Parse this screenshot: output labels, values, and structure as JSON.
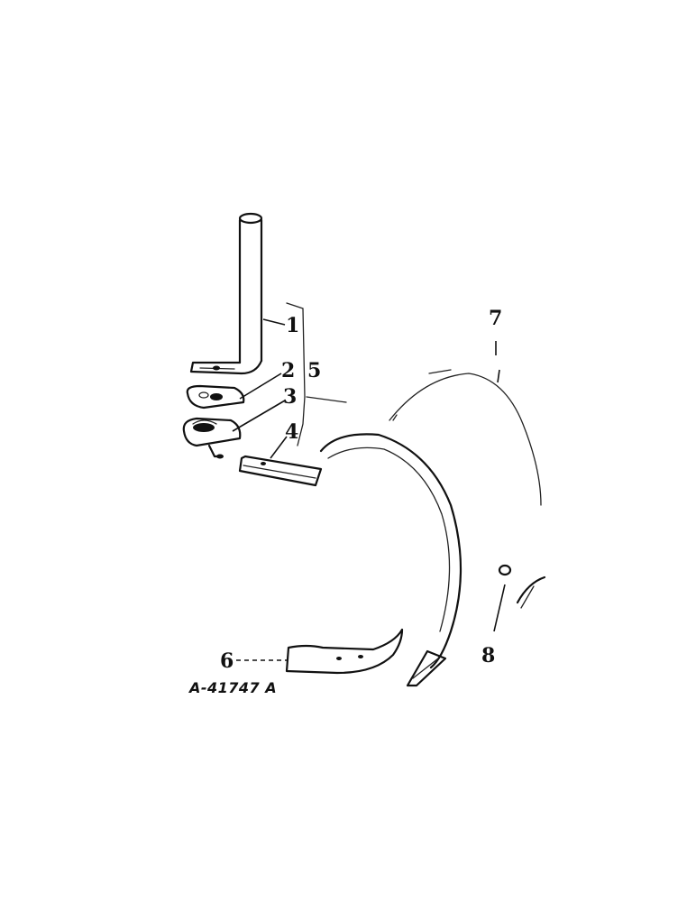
{
  "figure_id": "A-41747 A",
  "callouts": {
    "c1": "1",
    "c2": "2",
    "c3": "3",
    "c4": "4",
    "c5": "5",
    "c6": "6",
    "c7": "7",
    "c8": "8"
  }
}
